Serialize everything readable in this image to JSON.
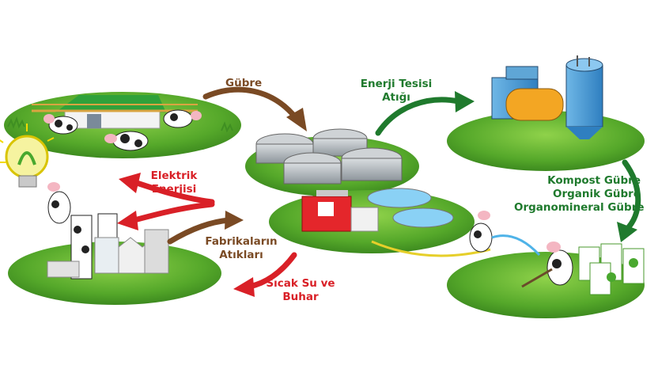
{
  "labels": {
    "gubre": "Gübre",
    "enerji_tesisi_line1": "Enerji Tesisi",
    "enerji_tesisi_line2": "Atığı",
    "kompost_gubre": "Kompost Gübre",
    "organik_gubre": "Organik Gübre",
    "organomineral_gubre": "Organomineral Gübre",
    "elektrik_line1": "Elektrik",
    "elektrik_line2": "Enerjisi",
    "fabrika_line1": "Fabrikaların",
    "fabrika_line2": "Atıkları",
    "sicak_line1": "Sıcak Su ve",
    "sicak_line2": "Buhar"
  },
  "colors": {
    "brown_arrow": "#7a4a24",
    "green_arrow": "#1f7a2d",
    "red_arrow": "#d92027",
    "grass": "#5fae2e"
  },
  "icons": [
    "farm-barn-icon",
    "cow-icon",
    "light-bulb-icon",
    "biogas-digester-icon",
    "power-plant-icon",
    "factory-icon",
    "fertilizer-bags-icon"
  ]
}
